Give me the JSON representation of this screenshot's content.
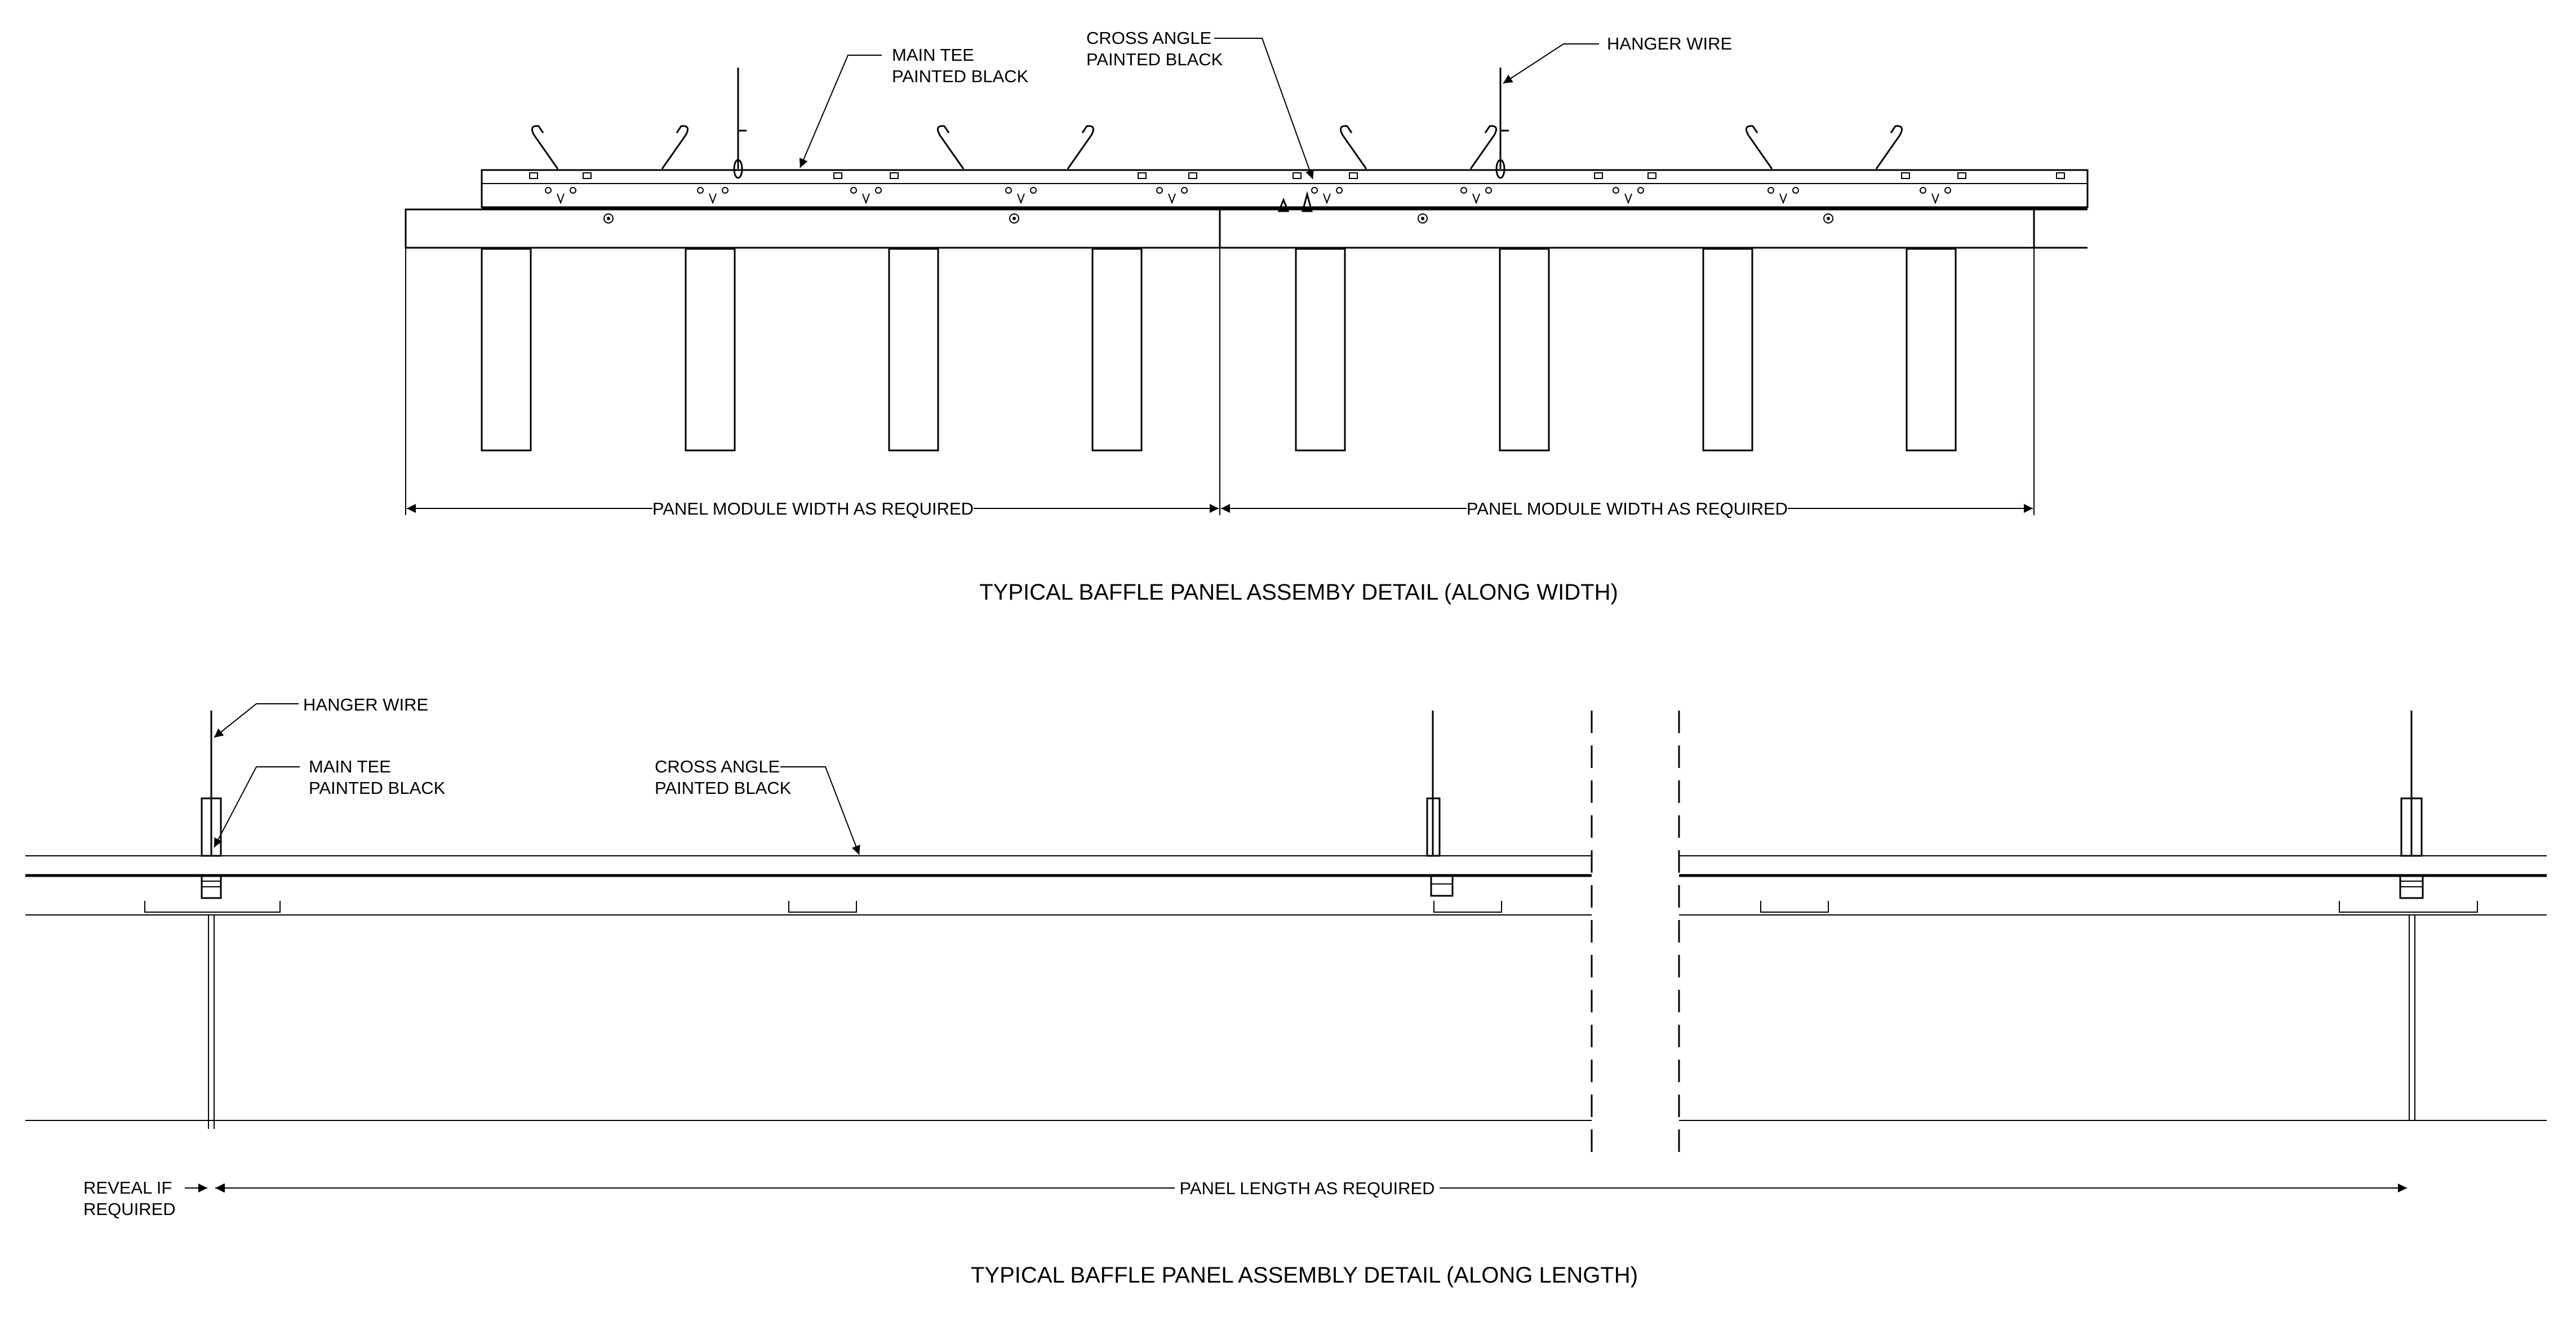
{
  "width_detail": {
    "title": "TYPICAL BAFFLE PANEL ASSEMBY DETAIL (ALONG WIDTH)",
    "callouts": {
      "main_tee": [
        "MAIN TEE",
        "PAINTED BLACK"
      ],
      "cross_angle": [
        "CROSS ANGLE",
        "PAINTED BLACK"
      ],
      "hanger_wire": "HANGER WIRE"
    },
    "dimension_label_left": "PANEL MODULE WIDTH AS REQUIRED",
    "dimension_label_right": "PANEL MODULE WIDTH AS REQUIRED"
  },
  "length_detail": {
    "title": "TYPICAL BAFFLE PANEL ASSEMBLY DETAIL (ALONG LENGTH)",
    "callouts": {
      "hanger_wire": "HANGER WIRE",
      "main_tee": [
        "MAIN TEE",
        "PAINTED BLACK"
      ],
      "cross_angle": [
        "CROSS ANGLE",
        "PAINTED BLACK"
      ]
    },
    "reveal_label": [
      "REVEAL IF",
      "REQUIRED"
    ],
    "dimension_label": "PANEL LENGTH AS REQUIRED"
  },
  "colors": {
    "line": "#000000",
    "background": "#ffffff"
  }
}
